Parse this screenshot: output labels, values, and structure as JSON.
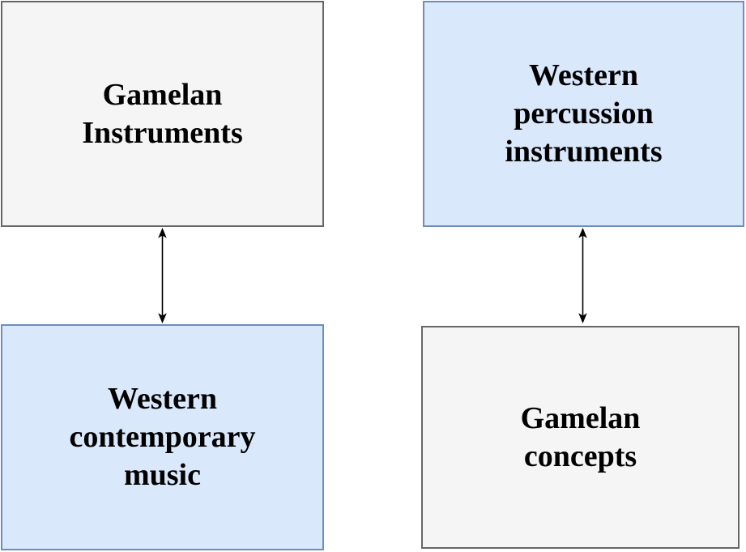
{
  "diagram": {
    "background": "#ffffff",
    "text_color": "#000000",
    "nodes": [
      {
        "id": "gamelan-instruments",
        "label": "Gamelan\nInstruments",
        "fill": "#f5f5f5",
        "stroke": "#666666"
      },
      {
        "id": "western-percussion-instruments",
        "label": "Western\npercussion\ninstruments",
        "fill": "#dae8fc",
        "stroke": "#6c8ebf"
      },
      {
        "id": "western-contemporary-music",
        "label": "Western\ncontemporary\nmusic",
        "fill": "#dae8fc",
        "stroke": "#6c8ebf"
      },
      {
        "id": "gamelan-concepts",
        "label": "Gamelan\nconcepts",
        "fill": "#f5f5f5",
        "stroke": "#666666"
      }
    ],
    "edges": [
      {
        "from": "Gamelan Instruments",
        "to": "Western contemporary music",
        "style": "double-headed-arrow",
        "color": "#000000"
      },
      {
        "from": "Western percussion instruments",
        "to": "Gamelan concepts",
        "style": "double-headed-arrow",
        "color": "#000000"
      }
    ]
  }
}
